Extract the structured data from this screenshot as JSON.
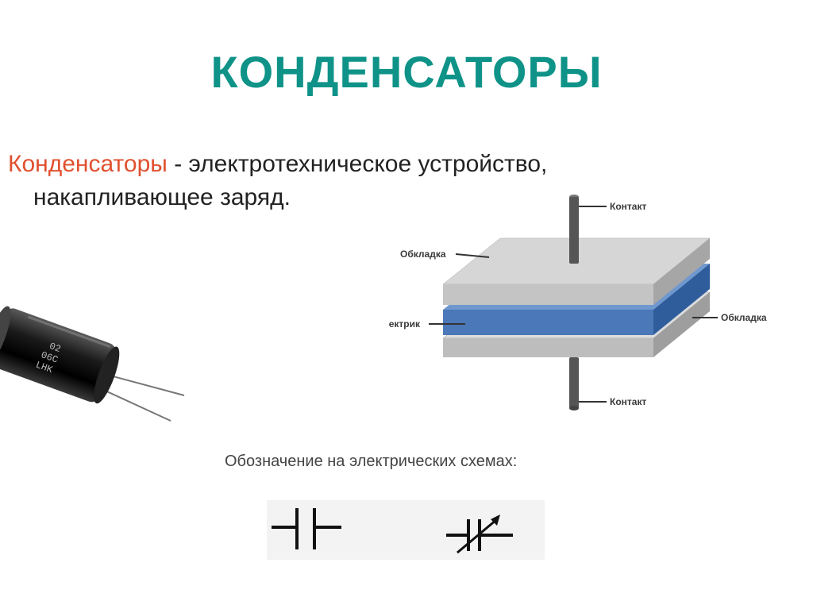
{
  "slide": {
    "title": "КОНДЕНСАТОРЫ",
    "definition": {
      "term": "Конденсаторы",
      "rest_line1": " - электротехническое устройство,",
      "line2": "накапливающее заряд."
    },
    "diagram": {
      "label_contact_top": "Контакт",
      "label_plate_left": "Обкладка",
      "label_dielectric": "Диэлектрик",
      "label_plate_right": "Обкладка",
      "label_contact_bottom": "Контакт"
    },
    "photo": {
      "markings": [
        "02",
        "06C",
        "LHK"
      ]
    },
    "notation_title": "Обозначение на электрических схемах:"
  },
  "colors": {
    "title": "#0f9388",
    "term": "#e0502f",
    "plate": "#d0d0d0",
    "dielectric": "#4a78b8"
  },
  "icons": [
    "capacitor-symbol-icon",
    "variable-capacitor-symbol-icon"
  ]
}
